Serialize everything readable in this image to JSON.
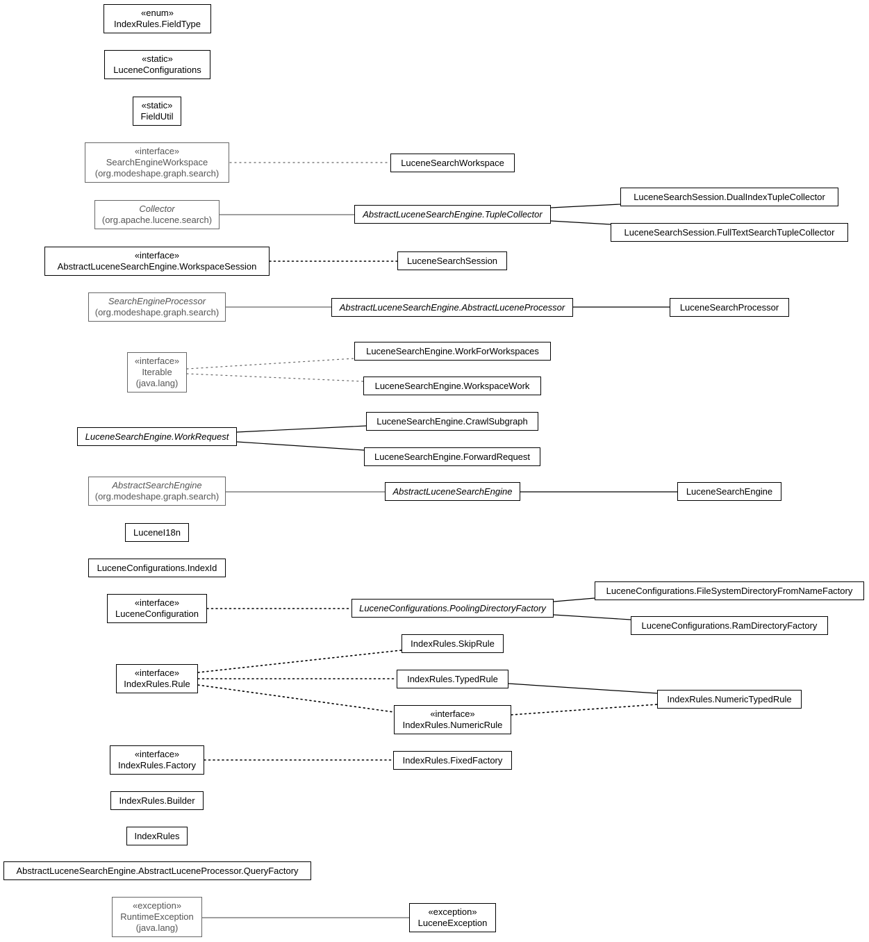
{
  "nodes": [
    {
      "id": "fieldtype",
      "name": "IndexRules.FieldType",
      "stereotype": "«enum»",
      "style": "plain"
    },
    {
      "id": "lucene-configurations",
      "name": "LuceneConfigurations",
      "stereotype": "«static»",
      "style": "plain"
    },
    {
      "id": "fieldutil",
      "name": "FieldUtil",
      "stereotype": "«static»",
      "style": "plain"
    },
    {
      "id": "search-engine-workspace",
      "name": "SearchEngineWorkspace",
      "stereotype": "«interface»",
      "pkg": "(org.modeshape.graph.search)",
      "style": "external"
    },
    {
      "id": "lucene-search-workspace",
      "name": "LuceneSearchWorkspace",
      "style": "plain"
    },
    {
      "id": "collector",
      "name": "Collector",
      "pkg": "(org.apache.lucene.search)",
      "style": "external-abstract"
    },
    {
      "id": "tuple-collector",
      "name": "AbstractLuceneSearchEngine.TupleCollector",
      "style": "abstract"
    },
    {
      "id": "dual-index-collector",
      "name": "LuceneSearchSession.DualIndexTupleCollector",
      "style": "plain"
    },
    {
      "id": "fulltext-collector",
      "name": "LuceneSearchSession.FullTextSearchTupleCollector",
      "style": "plain"
    },
    {
      "id": "workspace-session",
      "name": "AbstractLuceneSearchEngine.WorkspaceSession",
      "stereotype": "«interface»",
      "style": "plain"
    },
    {
      "id": "lucene-search-session",
      "name": "LuceneSearchSession",
      "style": "plain"
    },
    {
      "id": "search-engine-processor",
      "name": "SearchEngineProcessor",
      "pkg": "(org.modeshape.graph.search)",
      "style": "external-abstract"
    },
    {
      "id": "abstract-lucene-processor",
      "name": "AbstractLuceneSearchEngine.AbstractLuceneProcessor",
      "style": "abstract"
    },
    {
      "id": "lucene-search-processor",
      "name": "LuceneSearchProcessor",
      "style": "plain"
    },
    {
      "id": "iterable",
      "name": "Iterable",
      "stereotype": "«interface»",
      "pkg": "(java.lang)",
      "style": "external"
    },
    {
      "id": "work-for-workspaces",
      "name": "LuceneSearchEngine.WorkForWorkspaces",
      "style": "plain"
    },
    {
      "id": "workspace-work",
      "name": "LuceneSearchEngine.WorkspaceWork",
      "style": "plain"
    },
    {
      "id": "work-request",
      "name": "LuceneSearchEngine.WorkRequest",
      "style": "abstract"
    },
    {
      "id": "crawl-subgraph",
      "name": "LuceneSearchEngine.CrawlSubgraph",
      "style": "plain"
    },
    {
      "id": "forward-request",
      "name": "LuceneSearchEngine.ForwardRequest",
      "style": "plain"
    },
    {
      "id": "abstract-search-engine",
      "name": "AbstractSearchEngine",
      "pkg": "(org.modeshape.graph.search)",
      "style": "external-abstract"
    },
    {
      "id": "abstract-lucene-search-engine",
      "name": "AbstractLuceneSearchEngine",
      "style": "abstract"
    },
    {
      "id": "lucene-search-engine",
      "name": "LuceneSearchEngine",
      "style": "plain"
    },
    {
      "id": "lucene-i18n",
      "name": "LuceneI18n",
      "style": "plain"
    },
    {
      "id": "index-id",
      "name": "LuceneConfigurations.IndexId",
      "style": "plain"
    },
    {
      "id": "lucene-configuration",
      "name": "LuceneConfiguration",
      "stereotype": "«interface»",
      "style": "plain"
    },
    {
      "id": "pooling-directory-factory",
      "name": "LuceneConfigurations.PoolingDirectoryFactory",
      "style": "abstract"
    },
    {
      "id": "filesystem-directory-factory",
      "name": "LuceneConfigurations.FileSystemDirectoryFromNameFactory",
      "style": "plain"
    },
    {
      "id": "ram-directory-factory",
      "name": "LuceneConfigurations.RamDirectoryFactory",
      "style": "plain"
    },
    {
      "id": "skip-rule",
      "name": "IndexRules.SkipRule",
      "style": "plain"
    },
    {
      "id": "rule",
      "name": "IndexRules.Rule",
      "stereotype": "«interface»",
      "style": "plain"
    },
    {
      "id": "typed-rule",
      "name": "IndexRules.TypedRule",
      "style": "plain"
    },
    {
      "id": "numeric-typed-rule",
      "name": "IndexRules.NumericTypedRule",
      "style": "plain"
    },
    {
      "id": "numeric-rule",
      "name": "IndexRules.NumericRule",
      "stereotype": "«interface»",
      "style": "plain"
    },
    {
      "id": "factory",
      "name": "IndexRules.Factory",
      "stereotype": "«interface»",
      "style": "plain"
    },
    {
      "id": "fixed-factory",
      "name": "IndexRules.FixedFactory",
      "style": "plain"
    },
    {
      "id": "builder",
      "name": "IndexRules.Builder",
      "style": "plain"
    },
    {
      "id": "index-rules",
      "name": "IndexRules",
      "style": "plain"
    },
    {
      "id": "query-factory",
      "name": "AbstractLuceneSearchEngine.AbstractLuceneProcessor.QueryFactory",
      "style": "plain"
    },
    {
      "id": "runtime-exception",
      "name": "RuntimeException",
      "stereotype": "«exception»",
      "pkg": "(java.lang)",
      "style": "external"
    },
    {
      "id": "lucene-exception",
      "name": "LuceneException",
      "stereotype": "«exception»",
      "style": "plain"
    }
  ],
  "edges": [
    {
      "from": "search-engine-workspace",
      "to": "lucene-search-workspace",
      "kind": "realization",
      "color": "#666666"
    },
    {
      "from": "collector",
      "to": "tuple-collector",
      "kind": "generalization",
      "color": "#666666"
    },
    {
      "from": "tuple-collector",
      "to": "dual-index-collector",
      "kind": "generalization",
      "color": "#000000"
    },
    {
      "from": "tuple-collector",
      "to": "fulltext-collector",
      "kind": "generalization",
      "color": "#000000"
    },
    {
      "from": "workspace-session",
      "to": "lucene-search-session",
      "kind": "realization",
      "color": "#000000"
    },
    {
      "from": "search-engine-processor",
      "to": "abstract-lucene-processor",
      "kind": "generalization",
      "color": "#666666"
    },
    {
      "from": "abstract-lucene-processor",
      "to": "lucene-search-processor",
      "kind": "generalization",
      "color": "#000000"
    },
    {
      "from": "iterable",
      "to": "work-for-workspaces",
      "kind": "realization",
      "color": "#666666"
    },
    {
      "from": "iterable",
      "to": "workspace-work",
      "kind": "realization",
      "color": "#666666"
    },
    {
      "from": "work-request",
      "to": "crawl-subgraph",
      "kind": "generalization",
      "color": "#000000"
    },
    {
      "from": "work-request",
      "to": "forward-request",
      "kind": "generalization",
      "color": "#000000"
    },
    {
      "from": "abstract-search-engine",
      "to": "abstract-lucene-search-engine",
      "kind": "generalization",
      "color": "#666666"
    },
    {
      "from": "abstract-lucene-search-engine",
      "to": "lucene-search-engine",
      "kind": "generalization",
      "color": "#000000"
    },
    {
      "from": "lucene-configuration",
      "to": "pooling-directory-factory",
      "kind": "realization",
      "color": "#000000"
    },
    {
      "from": "pooling-directory-factory",
      "to": "filesystem-directory-factory",
      "kind": "generalization",
      "color": "#000000"
    },
    {
      "from": "pooling-directory-factory",
      "to": "ram-directory-factory",
      "kind": "generalization",
      "color": "#000000"
    },
    {
      "from": "rule",
      "to": "skip-rule",
      "kind": "realization",
      "color": "#000000"
    },
    {
      "from": "rule",
      "to": "typed-rule",
      "kind": "realization",
      "color": "#000000"
    },
    {
      "from": "rule",
      "to": "numeric-rule",
      "kind": "realization",
      "color": "#000000"
    },
    {
      "from": "typed-rule",
      "to": "numeric-typed-rule",
      "kind": "generalization",
      "color": "#000000"
    },
    {
      "from": "numeric-rule",
      "to": "numeric-typed-rule",
      "kind": "realization",
      "color": "#000000"
    },
    {
      "from": "factory",
      "to": "fixed-factory",
      "kind": "realization",
      "color": "#000000"
    },
    {
      "from": "runtime-exception",
      "to": "lucene-exception",
      "kind": "generalization",
      "color": "#666666"
    }
  ]
}
